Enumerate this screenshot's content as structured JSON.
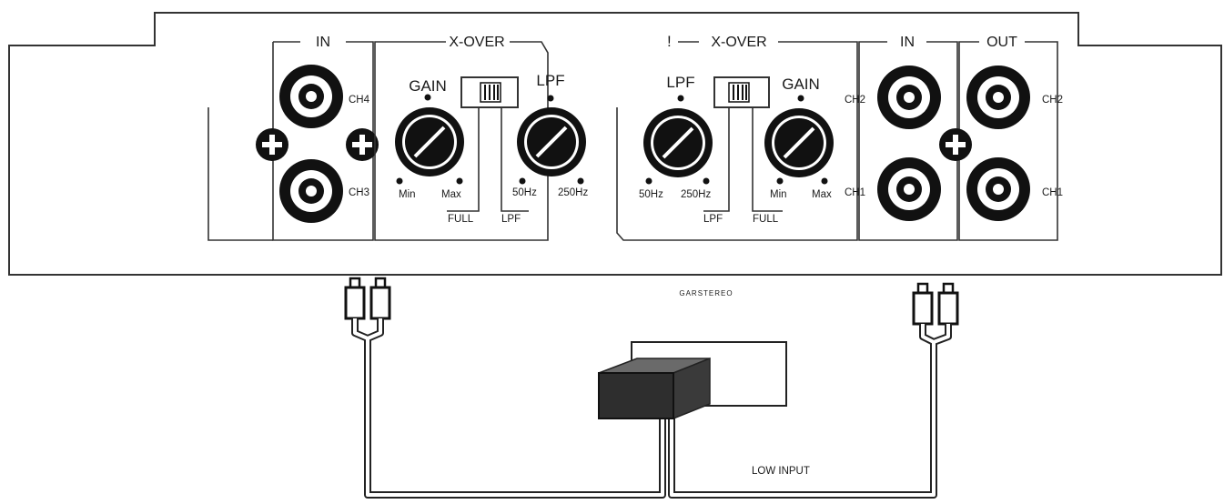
{
  "left_panel": {
    "in_label": "IN",
    "xover_label": "X-OVER",
    "gain_label": "GAIN",
    "lpf_label": "LPF",
    "ch_upper": "CH4",
    "ch_lower": "CH3",
    "gain_min": "Min",
    "gain_max": "Max",
    "lpf_low": "50Hz",
    "lpf_high": "250Hz",
    "switch_full": "FULL",
    "switch_lpf": "LPF"
  },
  "right_panel": {
    "xover_mark": "!",
    "xover_label": "X-OVER",
    "in_label": "IN",
    "out_label": "OUT",
    "lpf_label": "LPF",
    "gain_label": "GAIN",
    "lpf_low": "50Hz",
    "lpf_high": "250Hz",
    "gain_min": "Min",
    "gain_max": "Max",
    "switch_lpf": "LPF",
    "switch_full": "FULL",
    "in_ch_upper": "CH2",
    "in_ch_lower": "CH1",
    "out_ch_upper": "CH2",
    "out_ch_lower": "CH1"
  },
  "brand": "GARSTEREO",
  "low_input_label": "LOW INPUT"
}
